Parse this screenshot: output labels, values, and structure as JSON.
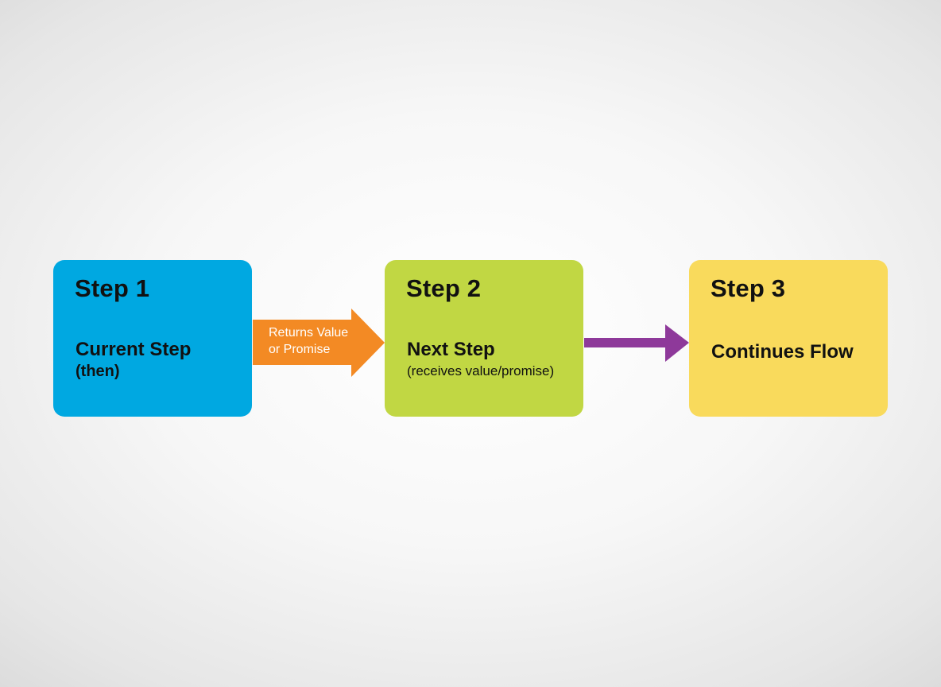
{
  "colors": {
    "step1": "#00a8e1",
    "step2": "#c1d743",
    "step3": "#f9da5c",
    "arrow_returns": "#f38a24",
    "arrow_continue": "#8e399a"
  },
  "steps": [
    {
      "title": "Step 1",
      "main": "Current Step",
      "sub": "(then)"
    },
    {
      "title": "Step 2",
      "main": "Next Step",
      "sub": "(receives value/promise)"
    },
    {
      "title": "Step 3",
      "main": "Continues Flow"
    }
  ],
  "arrows": {
    "returns": {
      "line1": "Returns Value",
      "line2": "or Promise"
    }
  }
}
